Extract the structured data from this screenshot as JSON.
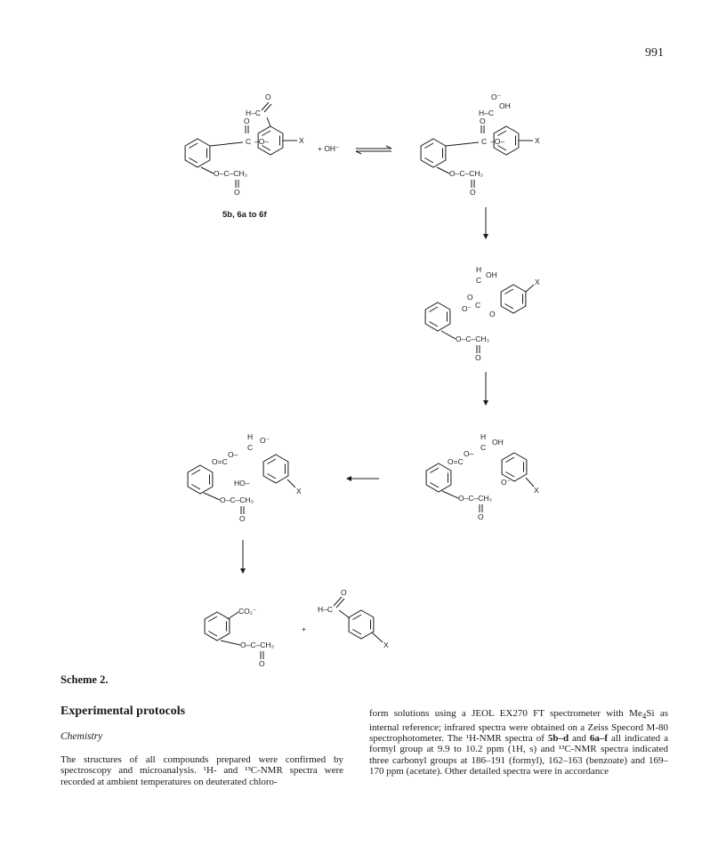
{
  "page_number": "991",
  "scheme": {
    "caption": "Scheme 2.",
    "compound_label": "5b, 6a to 6f",
    "reagent": "+ OH⁻",
    "plus": "+"
  },
  "section": {
    "heading": "Experimental protocols",
    "subheading": "Chemistry"
  },
  "paragraphs": {
    "left": "The structures of all compounds prepared were confirmed by spectroscopy and microanalysis. ¹H- and ¹³C-NMR spectra were recorded at ambient temperatures on deuterated chloro-",
    "right_html": "form solutions using a JEOL EX270 FT spectrometer with Me<sub>4</sub>Si as internal reference; infrared spectra were obtained on a Zeiss Specord M-80 spectrophotometer. The ¹H-NMR spectra of <b>5b–d</b> and <b>6a–f</b> all indicated a formyl group at 9.9 to 10.2 ppm (1H, s) and ¹³C-NMR spectra indicated three carbonyl groups at 186–191 (formyl), 162–163 (benzoate) and 169–170 ppm (acetate). Other detailed spectra were in accordance"
  }
}
